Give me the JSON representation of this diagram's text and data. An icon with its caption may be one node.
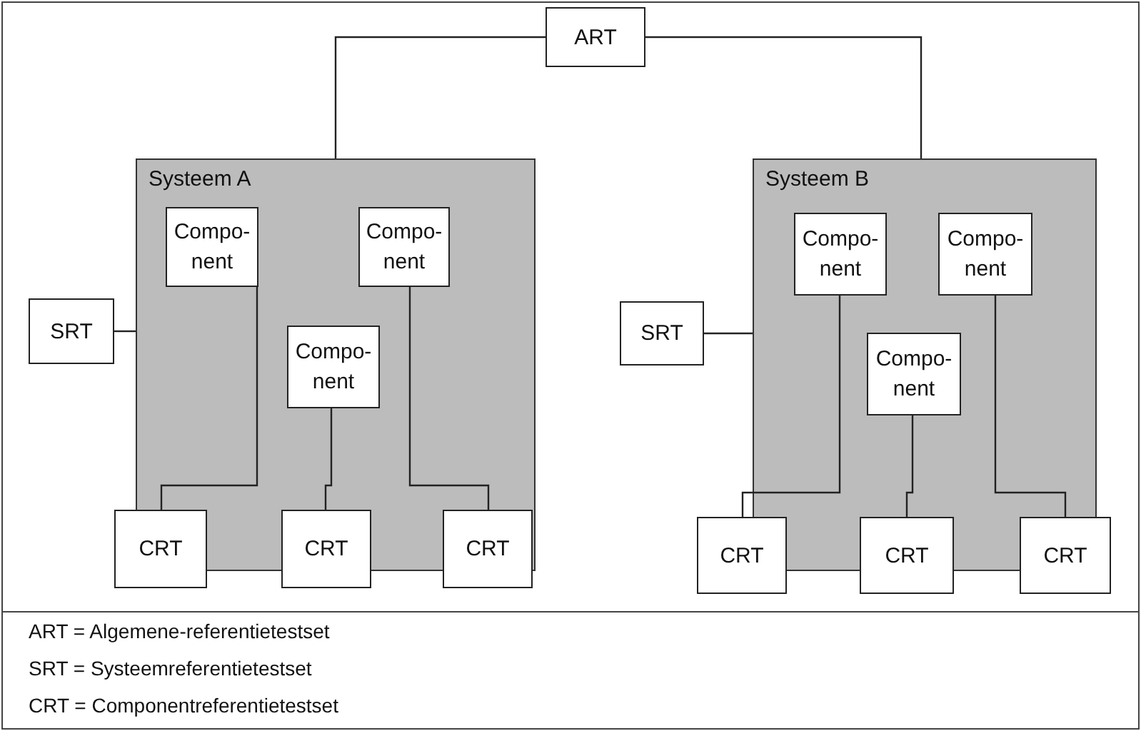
{
  "diagram": {
    "nodes": [
      {
        "text": [
          "ART"
        ]
      },
      {
        "text": [
          "Systeem A"
        ]
      },
      {
        "text": [
          "Compo- nent"
        ],
        "in": 1
      },
      {
        "text": [
          "Compo- nent"
        ],
        "in": 1
      },
      {
        "text": [
          "Compo- nent"
        ],
        "in": 1
      },
      {
        "text": [
          "SRT"
        ]
      },
      {
        "text": [
          "CRT"
        ]
      },
      {
        "text": [
          "CRT"
        ]
      },
      {
        "text": [
          "CRT"
        ]
      },
      {
        "text": [
          "Systeem B"
        ]
      },
      {
        "text": [
          "Compo- nent"
        ],
        "in": 9
      },
      {
        "text": [
          "Compo- nent"
        ],
        "in": 9
      },
      {
        "text": [
          "Compo- nent"
        ],
        "in": 9
      },
      {
        "text": [
          "SRT"
        ]
      },
      {
        "text": [
          "CRT"
        ]
      },
      {
        "text": [
          "CRT"
        ]
      },
      {
        "text": [
          "CRT"
        ]
      }
    ],
    "edges": [
      {
        "from": 0,
        "to": 1,
        "arrow": "none"
      },
      {
        "from": 0,
        "to": 9,
        "arrow": "none"
      },
      {
        "from": 5,
        "to": 1,
        "arrow": "none"
      },
      {
        "from": 2,
        "to": 6,
        "arrow": "none"
      },
      {
        "from": 4,
        "to": 7,
        "arrow": "none"
      },
      {
        "from": 3,
        "to": 8,
        "arrow": "none"
      },
      {
        "from": 13,
        "to": 9,
        "arrow": "none"
      },
      {
        "from": 10,
        "to": 14,
        "arrow": "none"
      },
      {
        "from": 12,
        "to": 15,
        "arrow": "none"
      },
      {
        "from": 11,
        "to": 16,
        "arrow": "none"
      }
    ],
    "labels": [
      "ART = Algemene-referentietestset",
      "SRT = Systeemreferentietestset",
      "CRT = Componentreferentietestset"
    ]
  }
}
